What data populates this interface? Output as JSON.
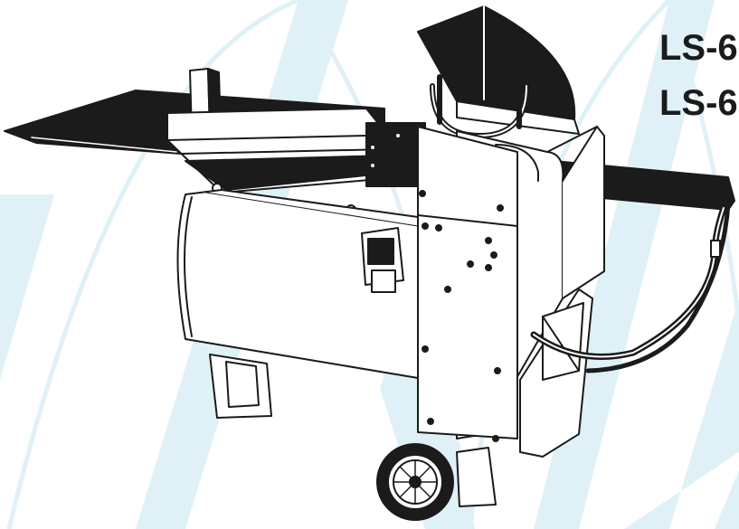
{
  "document": {
    "model_lines": [
      "LS-6",
      "LS-6"
    ]
  },
  "colors": {
    "watermark": "#dff1f7",
    "ink": "#1b1b1b",
    "paper": "#ffffff"
  },
  "figure": {
    "depicts": "log-splitter-machine-icon",
    "watermark": "stylized-w-logo"
  }
}
